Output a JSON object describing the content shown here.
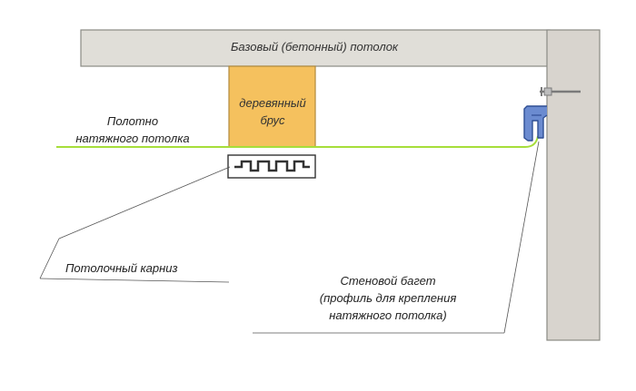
{
  "labels": {
    "ceiling": "Базовый (бетонный) потолок",
    "beam_line1": "деревянный",
    "beam_line2": "брус",
    "membrane_line1": "Полотно",
    "membrane_line2": "натяжного потолка",
    "cornice": "Потолочный карниз",
    "baguette_line1": "Стеновой багет",
    "baguette_line2": "(профиль для крепления",
    "baguette_line3": "натяжного потолка)"
  },
  "colors": {
    "concrete_fill": "#e0ded8",
    "concrete_stroke": "#8a8a84",
    "wall_fill": "#d8d4ce",
    "beam_fill": "#f5c15e",
    "beam_stroke": "#b08a3c",
    "membrane": "#a6de3a",
    "profile": "#4f6fb5",
    "leader": "#555555"
  }
}
